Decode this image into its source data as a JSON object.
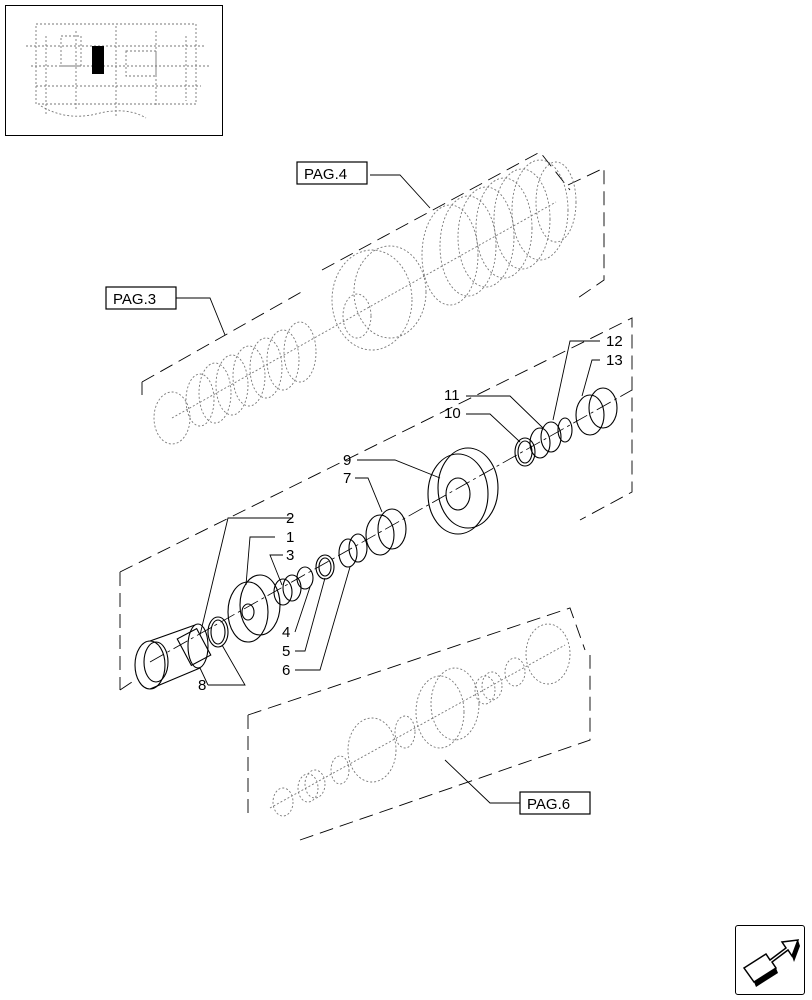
{
  "callouts": {
    "n1": "1",
    "n2": "2",
    "n3": "3",
    "n4": "4",
    "n5": "5",
    "n6": "6",
    "n7": "7",
    "n8": "8",
    "n9": "9",
    "n10": "10",
    "n11": "11",
    "n12": "12",
    "n13": "13"
  },
  "refs": {
    "pag3": "PAG.3",
    "pag4": "PAG.4",
    "pag6": "PAG.6"
  },
  "icons": {
    "thumbnail": "transmission-locator-thumbnail",
    "nav": "next-page-arrow-icon"
  }
}
